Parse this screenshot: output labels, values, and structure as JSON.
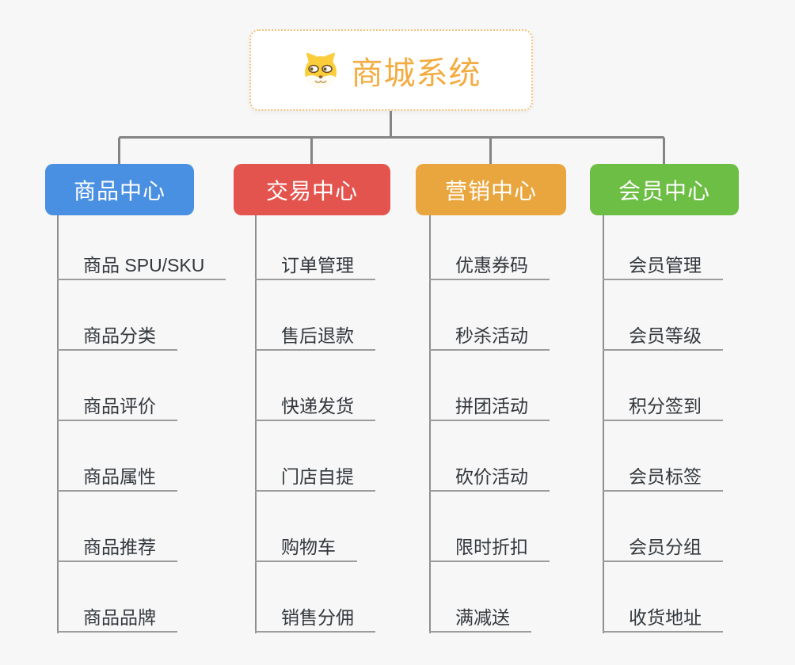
{
  "root": {
    "label": "商城系统",
    "icon": "dog-face-icon",
    "text_color": "#F2AC41",
    "border_color": "#F1C27B"
  },
  "branches": [
    {
      "label": "商品中心",
      "color": "#4A90E2",
      "children": [
        "商品 SPU/SKU",
        "商品分类",
        "商品评价",
        "商品属性",
        "商品推荐",
        "商品品牌"
      ]
    },
    {
      "label": "交易中心",
      "color": "#E4544F",
      "children": [
        "订单管理",
        "售后退款",
        "快递发货",
        "门店自提",
        "购物车",
        "销售分佣"
      ]
    },
    {
      "label": "营销中心",
      "color": "#EAA63E",
      "children": [
        "优惠券码",
        "秒杀活动",
        "拼团活动",
        "砍价活动",
        "限时折扣",
        "满减送"
      ]
    },
    {
      "label": "会员中心",
      "color": "#6CBE44",
      "children": [
        "会员管理",
        "会员等级",
        "积分签到",
        "会员标签",
        "会员分组",
        "收货地址"
      ]
    }
  ],
  "connector_color": "#848484",
  "leaf_line_color": "#9C9C9C",
  "background": "#F7F7F7"
}
